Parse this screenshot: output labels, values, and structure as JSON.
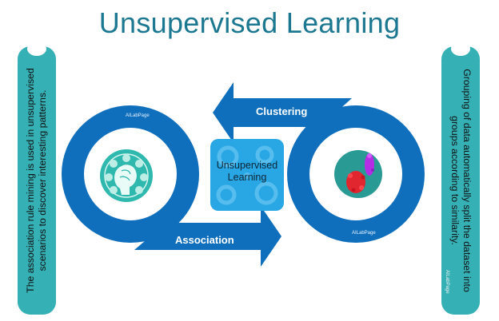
{
  "title": "Unsupervised Learning",
  "left_banner": {
    "text": "The association rule mining is used in unsupervised scenarios to discover interesting patterns."
  },
  "right_banner": {
    "text": "Grouping of data automatically  split the dataset into groups according to similarity.",
    "watermark": "AILabPage"
  },
  "center": {
    "label_line1": "Unsupervised",
    "label_line2": "Learning"
  },
  "arrows": {
    "clustering": "Clustering",
    "association": "Association"
  },
  "watermarks": {
    "left_ring": "AILabPage",
    "right_ring": "AILabPage"
  },
  "colors": {
    "title": "#1c7891",
    "ring_blue": "#0f6fbc",
    "banner_teal": "#35b0b5",
    "center_box": "#29a7e4"
  },
  "icons": {
    "left_ring_image": "brain-icon",
    "right_ring_image": "scatter-cluster-icon",
    "center_background": "gears-icon"
  }
}
